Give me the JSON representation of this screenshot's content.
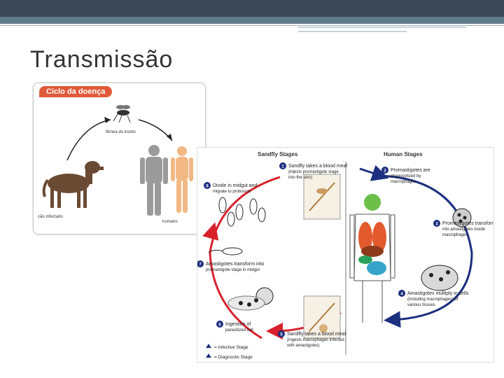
{
  "slide": {
    "title": "Transmissão"
  },
  "disease_cycle": {
    "heading": "Ciclo da doença",
    "label_mosquito": "fêmea do inseto",
    "label_dog": "cão infectado",
    "label_human": "humano"
  },
  "lifecycle": {
    "sandfly_header": "Sandfly Stages",
    "human_header": "Human Stages",
    "steps": [
      {
        "num": "1",
        "lines": [
          "Sandfly takes a blood meal",
          "(injects promastigote stage",
          "into the skin)"
        ]
      },
      {
        "num": "2",
        "lines": [
          "Promastigotes are",
          "phagocytized by",
          "macrophages"
        ]
      },
      {
        "num": "3",
        "lines": [
          "Promastigotes transform",
          "into amastigotes inside",
          "macrophages"
        ]
      },
      {
        "num": "4",
        "lines": [
          "Amastigotes multiply in cells",
          "(including macrophages) of",
          "various tissues"
        ]
      },
      {
        "num": "5",
        "lines": [
          "Sandfly takes a blood meal",
          "(ingests macrophages infected",
          "with amastigotes)"
        ]
      },
      {
        "num": "6",
        "lines": [
          "Ingestion of",
          "parasitized cell"
        ]
      },
      {
        "num": "7",
        "lines": [
          "Amastigotes transform into",
          "promastigote stage in midgut"
        ]
      },
      {
        "num": "8",
        "lines": [
          "Divide in midgut and",
          "migrate to proboscis"
        ]
      }
    ],
    "legend_infective": "= Infective Stage",
    "legend_diagnostic": "= Diagnostic Stage",
    "colors": {
      "arrow_red": "#d7212b",
      "arrow_blue": "#1c2f7f",
      "badge": "#1c2f7f"
    }
  }
}
